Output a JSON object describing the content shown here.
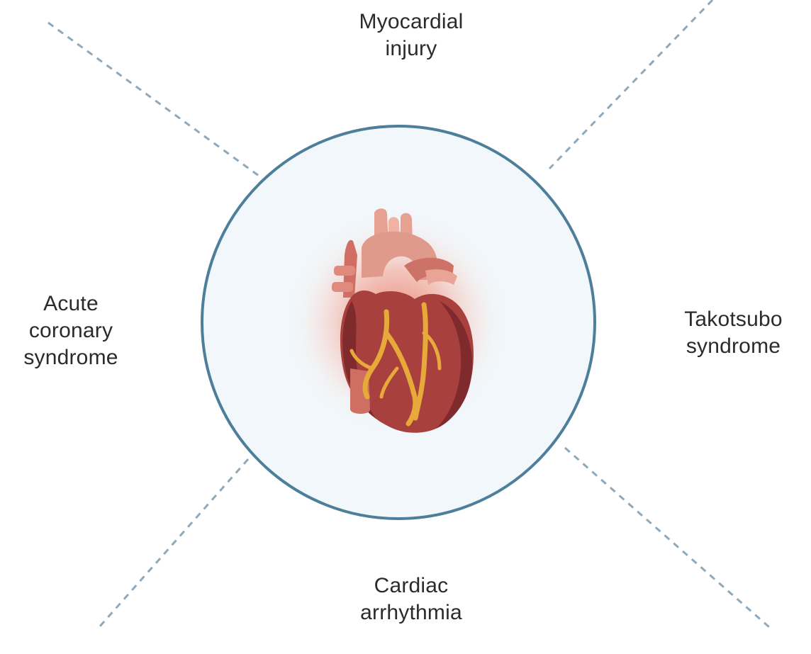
{
  "labels": {
    "top": {
      "line1": "Myocardial",
      "line2": "injury"
    },
    "left": {
      "line1": "Acute",
      "line2": "coronary",
      "line3": "syndrome"
    },
    "right": {
      "line1": "Takotsubo",
      "line2": "syndrome"
    },
    "bottom": {
      "line1": "Cardiac",
      "line2": "arrhythmia"
    }
  },
  "colors": {
    "circle_stroke": "#4e7f9a",
    "circle_fill": "#f1f7fb",
    "dashed_line": "#8fa9ba",
    "glow": "#f08a7a",
    "heart_main": "#a8403d",
    "heart_dark": "#7f2a2c",
    "vessel": "#d98a7c",
    "coronary": "#e7a93a"
  },
  "icons": {
    "center": "heart-icon"
  }
}
